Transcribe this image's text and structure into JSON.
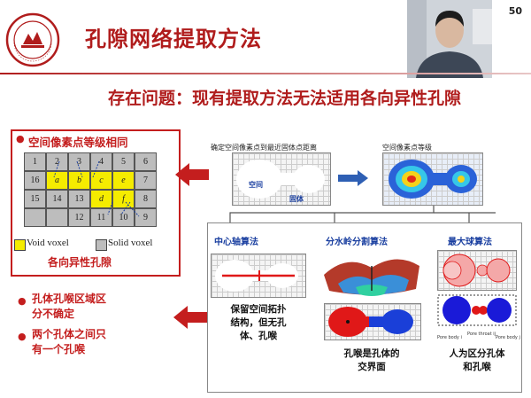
{
  "header": {
    "title": "孔隙网络提取方法",
    "page_number": "50",
    "logo_text": "SHANGHAI JIAO TONG UNIVERSITY"
  },
  "subtitle": "存在问题：现有提取方法无法适用各向异性孔隙",
  "left_box": {
    "title": "空间像素点等级相同",
    "grid_rows": [
      [
        "1",
        "2",
        "3",
        "4",
        "5",
        "6"
      ],
      [
        "16",
        "a",
        "b",
        "c",
        "e",
        "7"
      ],
      [
        "15",
        "14",
        "13",
        "d",
        "f",
        "8"
      ],
      [
        "",
        "",
        "12",
        "11",
        "10",
        "9"
      ]
    ],
    "legend_void": "Void voxel",
    "legend_solid": "Solid voxel",
    "caption": "各向异性孔隙"
  },
  "problems": [
    {
      "line1": "孔体孔喉区域区",
      "line2": "分不确定"
    },
    {
      "line1": "两个孔体之间只",
      "line2": "有一个孔喉"
    }
  ],
  "top_right": {
    "caption_distance": "确定空间像素点到最近固体点距离",
    "caption_grade": "空间像素点等级",
    "label_space": "空间",
    "label_solid": "固体"
  },
  "methods": [
    {
      "name": "中心轴算法",
      "desc_line1": "保留空间拓扑",
      "desc_line2": "结构，但无孔",
      "desc_line3": "体、孔喉"
    },
    {
      "name": "分水岭分割算法",
      "desc_line1": "孔喉是孔体的",
      "desc_line2": "交界面"
    },
    {
      "name": "最大球算法",
      "desc_line1": "人为区分孔体",
      "desc_line2": "和孔喉"
    }
  ],
  "pore_labels": {
    "body1": "Pore body i",
    "throat": "Pore throat ij",
    "body2": "Pore body j"
  },
  "colors": {
    "accent_red": "#c41e1e",
    "method_blue": "#1a3fa0",
    "void_yellow": "#f5ec00",
    "solid_gray": "#bdbdbd"
  }
}
